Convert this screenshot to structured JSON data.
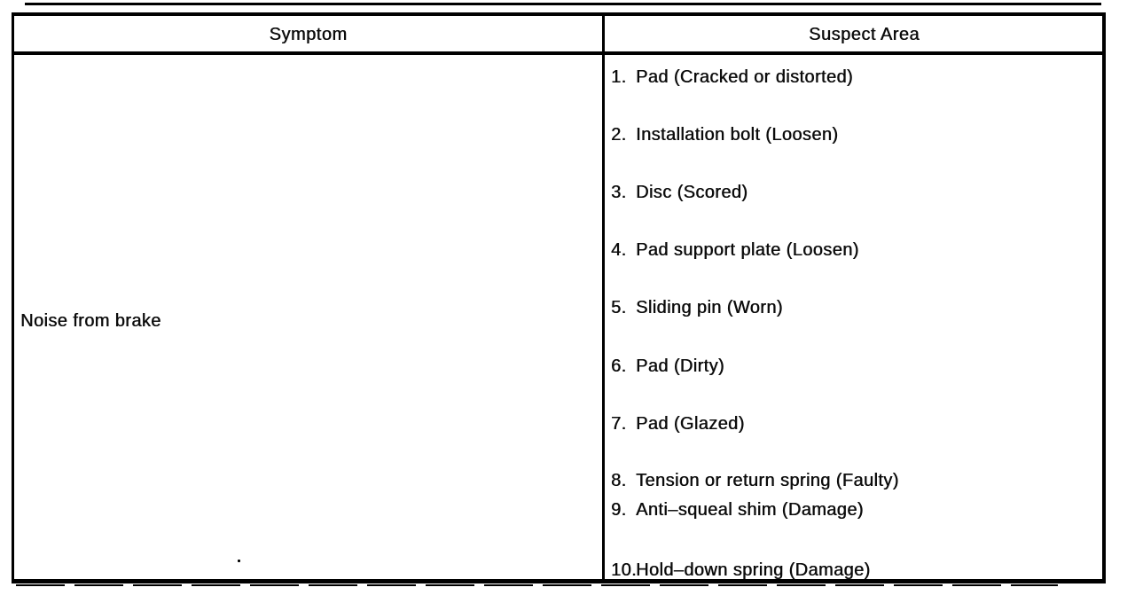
{
  "colors": {
    "ink": "#0c0c0c",
    "paper": "#ffffff"
  },
  "table": {
    "headers": {
      "symptom": "Symptom",
      "suspect_area": "Suspect Area"
    },
    "rows": [
      {
        "symptom": "Noise from brake",
        "suspect_areas": [
          {
            "num": "1.",
            "label": "Pad (Cracked or distorted)"
          },
          {
            "num": "2.",
            "label": "Installation bolt (Loosen)"
          },
          {
            "num": "3.",
            "label": "Disc (Scored)"
          },
          {
            "num": "4.",
            "label": "Pad support plate (Loosen)"
          },
          {
            "num": "5.",
            "label": "Sliding pin (Worn)"
          },
          {
            "num": "6.",
            "label": "Pad (Dirty)"
          },
          {
            "num": "7.",
            "label": "Pad (Glazed)"
          },
          {
            "num": "8.",
            "label": "Tension or return spring (Faulty)"
          },
          {
            "num": "9.",
            "label": "Anti–squeal shim (Damage)"
          },
          {
            "num": "10.",
            "label": "Hold–down spring (Damage)"
          }
        ]
      }
    ]
  }
}
